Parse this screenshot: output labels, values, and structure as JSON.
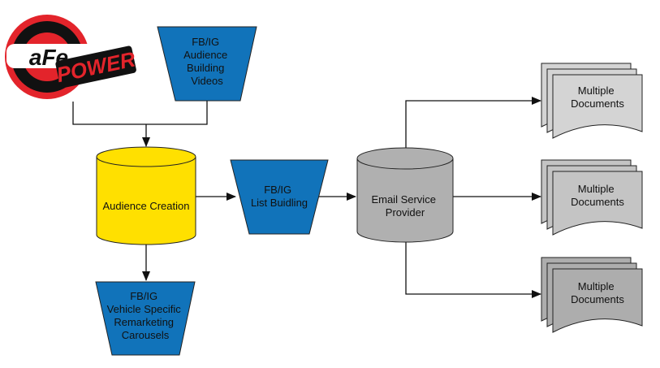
{
  "logo": {
    "brand": "aFe",
    "wordmark": "POWER",
    "colors": {
      "red": "#e3242b",
      "black": "#111111",
      "white": "#ffffff"
    }
  },
  "nodes": {
    "audience_videos": {
      "lines": [
        "FB/IG",
        "Audience",
        "Building",
        "Videos"
      ]
    },
    "audience_creation": {
      "lines": [
        "Audience Creation"
      ]
    },
    "list_building": {
      "lines": [
        "FB/IG",
        "List Buidling"
      ]
    },
    "email_provider": {
      "lines": [
        "Email Service",
        "Provider"
      ]
    },
    "remarketing": {
      "lines": [
        "FB/IG",
        "Vehicle Specific",
        "Remarketing",
        "Carousels"
      ]
    },
    "documents": [
      {
        "lines": [
          "Multiple",
          "Documents"
        ]
      },
      {
        "lines": [
          "Multiple",
          "Documents"
        ]
      },
      {
        "lines": [
          "Multiple",
          "Documents"
        ]
      }
    ]
  },
  "colors": {
    "blue": "#1173ba",
    "yellow": "#ffe000",
    "gray": "#b0b0b0",
    "doc_light": "#d4d4d4",
    "doc_mid": "#c4c4c4",
    "doc_dark": "#adadad",
    "stroke": "#222222"
  }
}
